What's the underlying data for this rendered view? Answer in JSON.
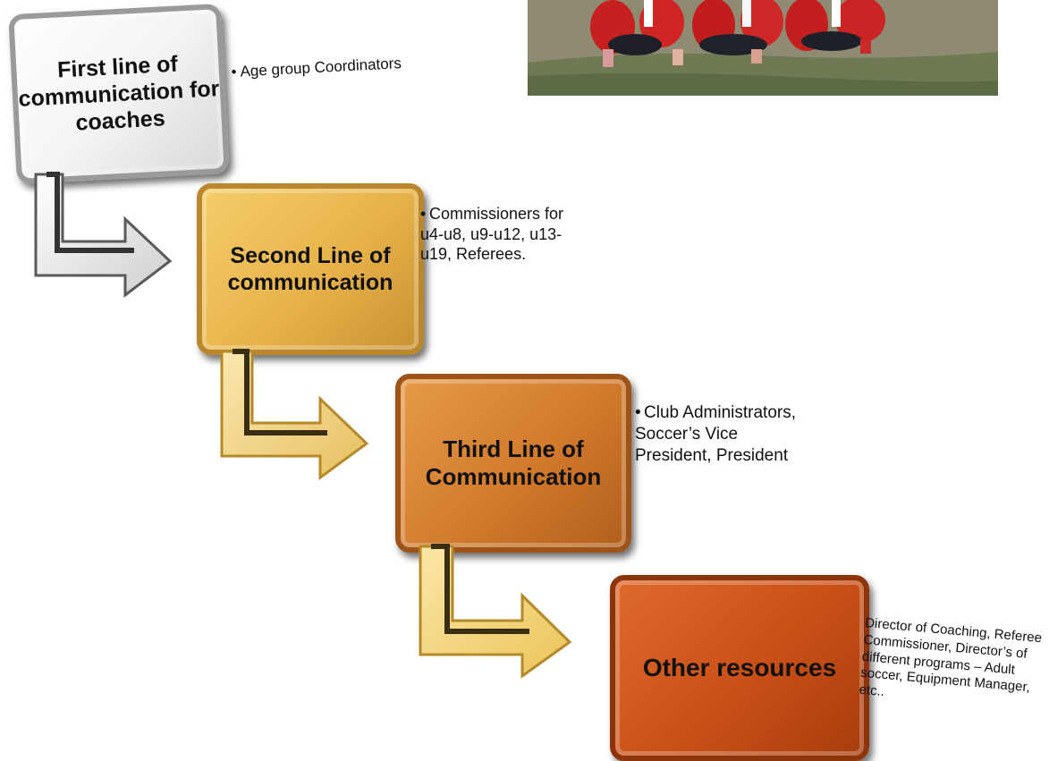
{
  "levels": [
    {
      "label": "First line of communication for coaches",
      "note": "Age group Coordinators"
    },
    {
      "label": "Second Line of communication",
      "note": "Commissioners for u4-u8, u9-u12, u13-u19, Referees."
    },
    {
      "label": "Third Line of Communication",
      "note": "Club Administrators, Soccer’s Vice President, President"
    },
    {
      "label": "Other resources",
      "note": "Director of Coaching, Referee Commissioner, Director’s of different programs – Adult soccer, Equipment Manager, etc.."
    }
  ],
  "colors": {
    "level1": "#f4f4f4",
    "level2": "#e7b24a",
    "level3": "#d17a2c",
    "level4": "#c94f17",
    "arrow1": "#d9d9d9",
    "arrow2": "#f0d27a",
    "arrow3": "#f3d87e"
  },
  "photo": {
    "description_icon": "team-photo"
  }
}
